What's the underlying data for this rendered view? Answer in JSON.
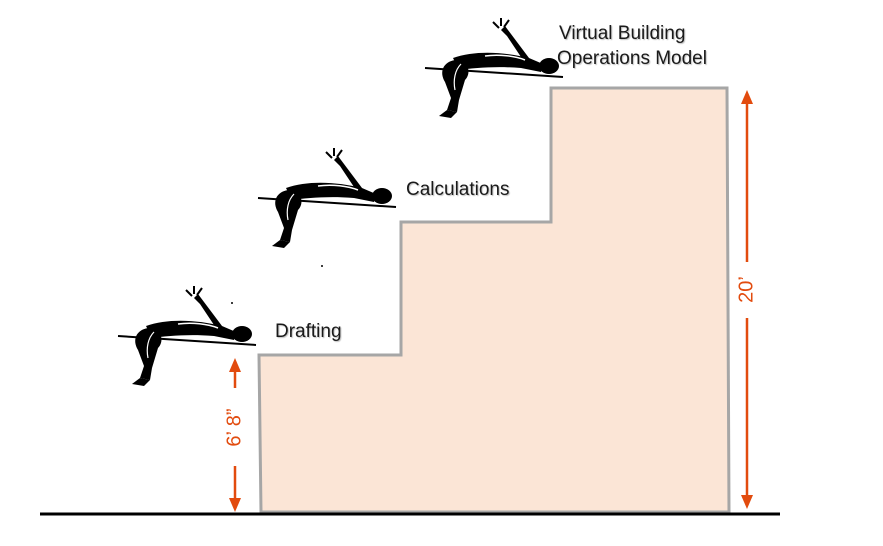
{
  "steps": [
    {
      "label": "Drafting"
    },
    {
      "label": "Calculations"
    },
    {
      "label": "Virtual Building",
      "label_line2": "Operations Model"
    }
  ],
  "dimensions": {
    "left": "6’ 8”",
    "right": "20’"
  },
  "colors": {
    "stair_fill": "#fbe5d6",
    "stair_outline": "#a6a6a6",
    "dimension_arrows": "#e24b0e",
    "ground": "#000000",
    "figures": "#000000"
  },
  "icons": [
    "high-jumper-icon"
  ]
}
